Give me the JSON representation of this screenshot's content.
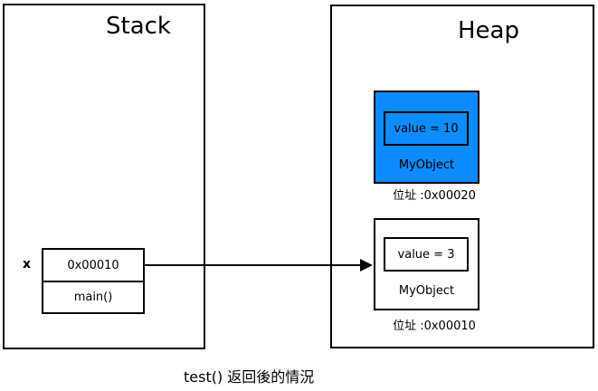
{
  "stack": {
    "title": "Stack",
    "variable_label": "x",
    "frame": {
      "pointer_value": "0x00010",
      "function_name": "main()"
    }
  },
  "heap": {
    "title": "Heap",
    "objects": [
      {
        "value_text": "value = 10",
        "type_label": "MyObject",
        "address_label": "位址 :0x00020",
        "highlighted": true
      },
      {
        "value_text": "value = 3",
        "type_label": "MyObject",
        "address_label": "位址 :0x00010",
        "highlighted": false
      }
    ]
  },
  "caption": "test() 返回後的情況",
  "colors": {
    "highlight": "#0d8cff",
    "line": "#000000"
  }
}
